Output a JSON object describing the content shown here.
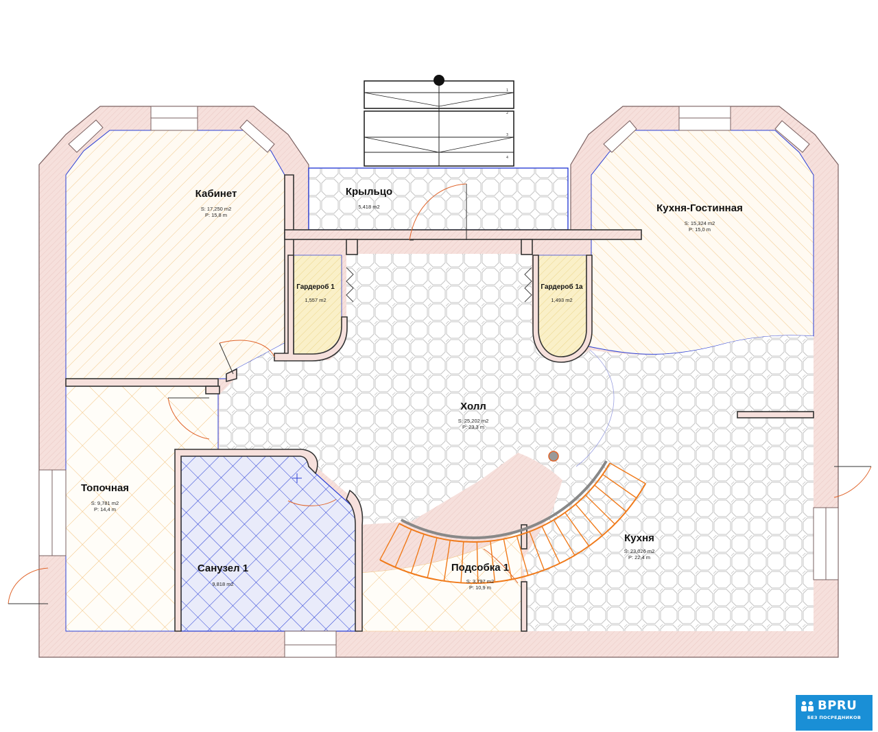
{
  "rooms": {
    "kabinet": {
      "name": "Кабинет",
      "area": "S: 17,250 m2",
      "perimeter": "P: 15,8 m"
    },
    "krylco": {
      "name": "Крыльцо",
      "area": "5,418 m2"
    },
    "kuhnya_gost": {
      "name": "Кухня-Гостинная",
      "area": "S: 15,324 m2",
      "perimeter": "P: 15,0 m"
    },
    "garderob1": {
      "name": "Гардероб 1",
      "area": "1,557 m2"
    },
    "garderob1a": {
      "name": "Гардероб 1а",
      "area": "1,493 m2"
    },
    "holl": {
      "name": "Холл",
      "area": "S: 25,202 m2",
      "perimeter": "P: 23,3 m"
    },
    "topochnaya": {
      "name": "Топочная",
      "area": "S: 9,781 m2",
      "perimeter": "P: 14,4 m"
    },
    "sanuzel": {
      "name": "Санузел 1",
      "area": "9,818 m2"
    },
    "podsobka": {
      "name": "Подсобка 1",
      "area": "S: 3,797 m2",
      "perimeter": "P: 10,9 m"
    },
    "kuhnya": {
      "name": "Кухня",
      "area": "S: 23,026 m2",
      "perimeter": "P: 22,4 m"
    }
  },
  "porch_steps": [
    "1",
    "2",
    "3",
    "4"
  ],
  "colors": {
    "wall_fill": "#f4dcd8",
    "wall_outline": "#7a6060",
    "dark_wall": "#333333",
    "blue_line": "#2a3fd6",
    "tile_line": "#bdbdbd",
    "wood_hatch": "#f0c27a",
    "sanuzel_grid": "#2a3fd6",
    "stair": "#f07a1a",
    "logo_bg": "#1a8fd6"
  },
  "logo": {
    "brand": "BPRU",
    "tagline": "БЕЗ ПОСРЕДНИКОВ"
  }
}
